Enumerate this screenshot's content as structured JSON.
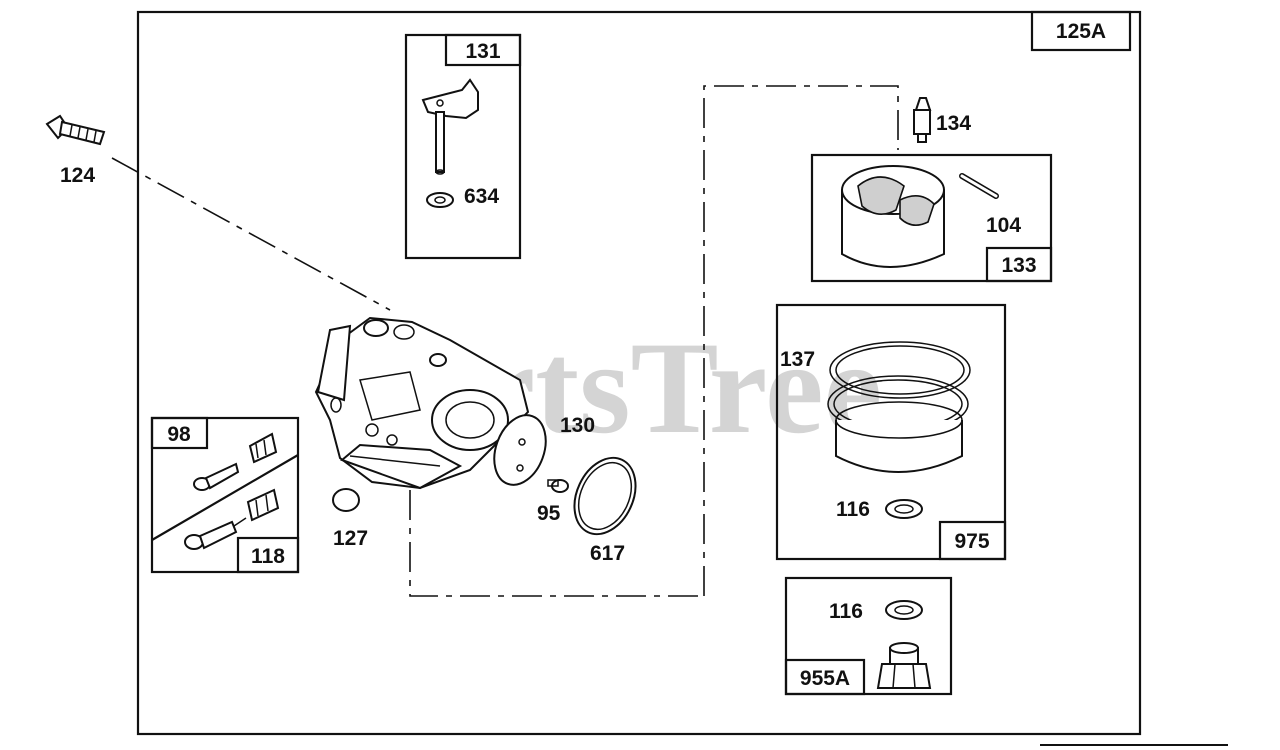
{
  "diagram": {
    "page_code": "125A",
    "watermark": "PartsTree",
    "callouts": {
      "p131": "131",
      "p634": "634",
      "p124": "124",
      "p134": "134",
      "p104": "104",
      "p133": "133",
      "p137": "137",
      "p116_a": "116",
      "p975": "975",
      "p116_b": "116",
      "p955a": "955A",
      "p98": "98",
      "p118": "118",
      "p127": "127",
      "p130": "130",
      "p95": "95",
      "p617": "617"
    }
  }
}
